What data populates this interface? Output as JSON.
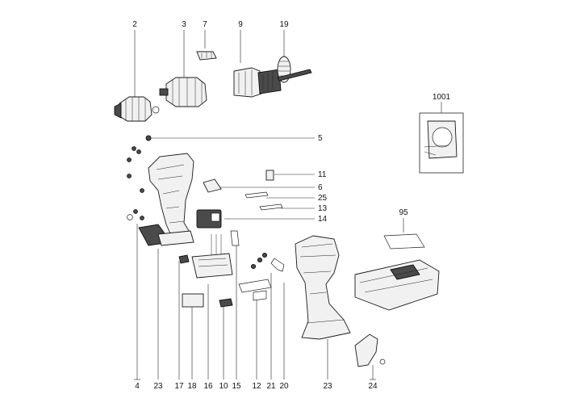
{
  "labels": {
    "top": [
      "2",
      "3",
      "7",
      "9",
      "19"
    ],
    "right": [
      "5",
      "11",
      "6",
      "25",
      "13",
      "14",
      "95",
      "1001"
    ],
    "bottom": [
      "4",
      "23",
      "17",
      "18",
      "16",
      "10",
      "15",
      "12",
      "21",
      "20",
      "23",
      "24"
    ]
  }
}
